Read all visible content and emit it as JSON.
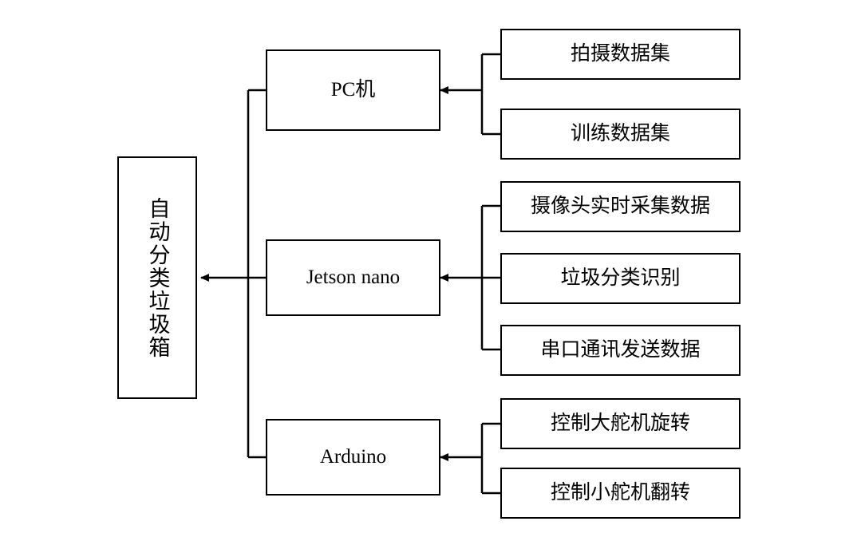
{
  "diagram": {
    "title": "自动分类垃圾箱系统框图",
    "root": {
      "label": "自动分类垃圾箱"
    },
    "stages": [
      {
        "label": "PC机"
      },
      {
        "label": "Jetson nano"
      },
      {
        "label": "Arduino"
      }
    ],
    "leaves": {
      "pc": [
        {
          "label": "拍摄数据集"
        },
        {
          "label": "训练数据集"
        }
      ],
      "jetson": [
        {
          "label": "摄像头实时采集数据"
        },
        {
          "label": "垃圾分类识别"
        },
        {
          "label": "串口通讯发送数据"
        }
      ],
      "arduino": [
        {
          "label": "控制大舵机旋转"
        },
        {
          "label": "控制小舵机翻转"
        }
      ]
    },
    "colors": {
      "stroke": "#000000",
      "background": "#ffffff",
      "text": "#000000"
    }
  }
}
